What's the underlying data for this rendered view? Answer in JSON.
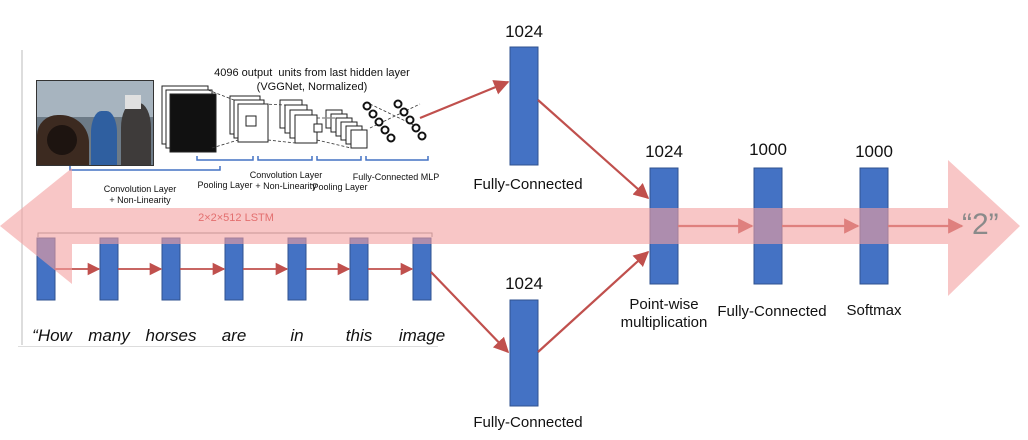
{
  "cnn": {
    "caption": "4096 output  units from last hidden layer\n(VGGNet, Normalized)",
    "conv_label": "Convolution Layer\n+ Non-Linearity",
    "pooling1": "Pooling Layer",
    "conv2": "Convolution Layer\n+ Non-Linearity",
    "pooling2": "Pooling  Layer",
    "mlp": "Fully-Connected MLP"
  },
  "lstm": {
    "label": "2×2×512 LSTM",
    "words": [
      "“How",
      "many",
      "horses",
      "are",
      "in",
      "this",
      "image"
    ]
  },
  "image_branch": {
    "size": "1024",
    "label": "Fully-Connected"
  },
  "question_branch": {
    "size": "1024",
    "label": "Fully-Connected"
  },
  "pointwise": {
    "size": "1024",
    "label": "Point-wise\nmultiplication"
  },
  "fc_final": {
    "size": "1000",
    "label": "Fully-Connected"
  },
  "softmax": {
    "size": "1000",
    "label": "Softmax"
  },
  "answer": "“2”",
  "colors": {
    "block": "#4472c4",
    "arrow": "#c0504d",
    "band": "#f4a0a0"
  }
}
